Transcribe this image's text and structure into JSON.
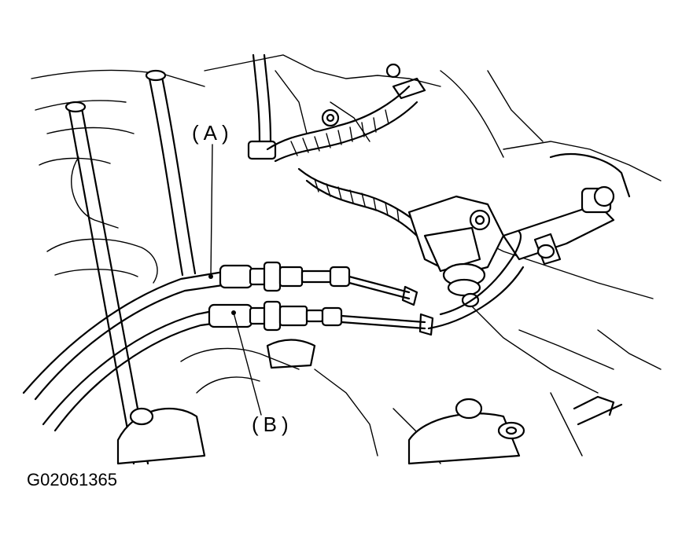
{
  "labels": {
    "cable_a": "(A)",
    "cable_b": "(B)"
  },
  "figure_code": "G02061365",
  "colors": {
    "line": "#000000",
    "background": "#ffffff"
  }
}
